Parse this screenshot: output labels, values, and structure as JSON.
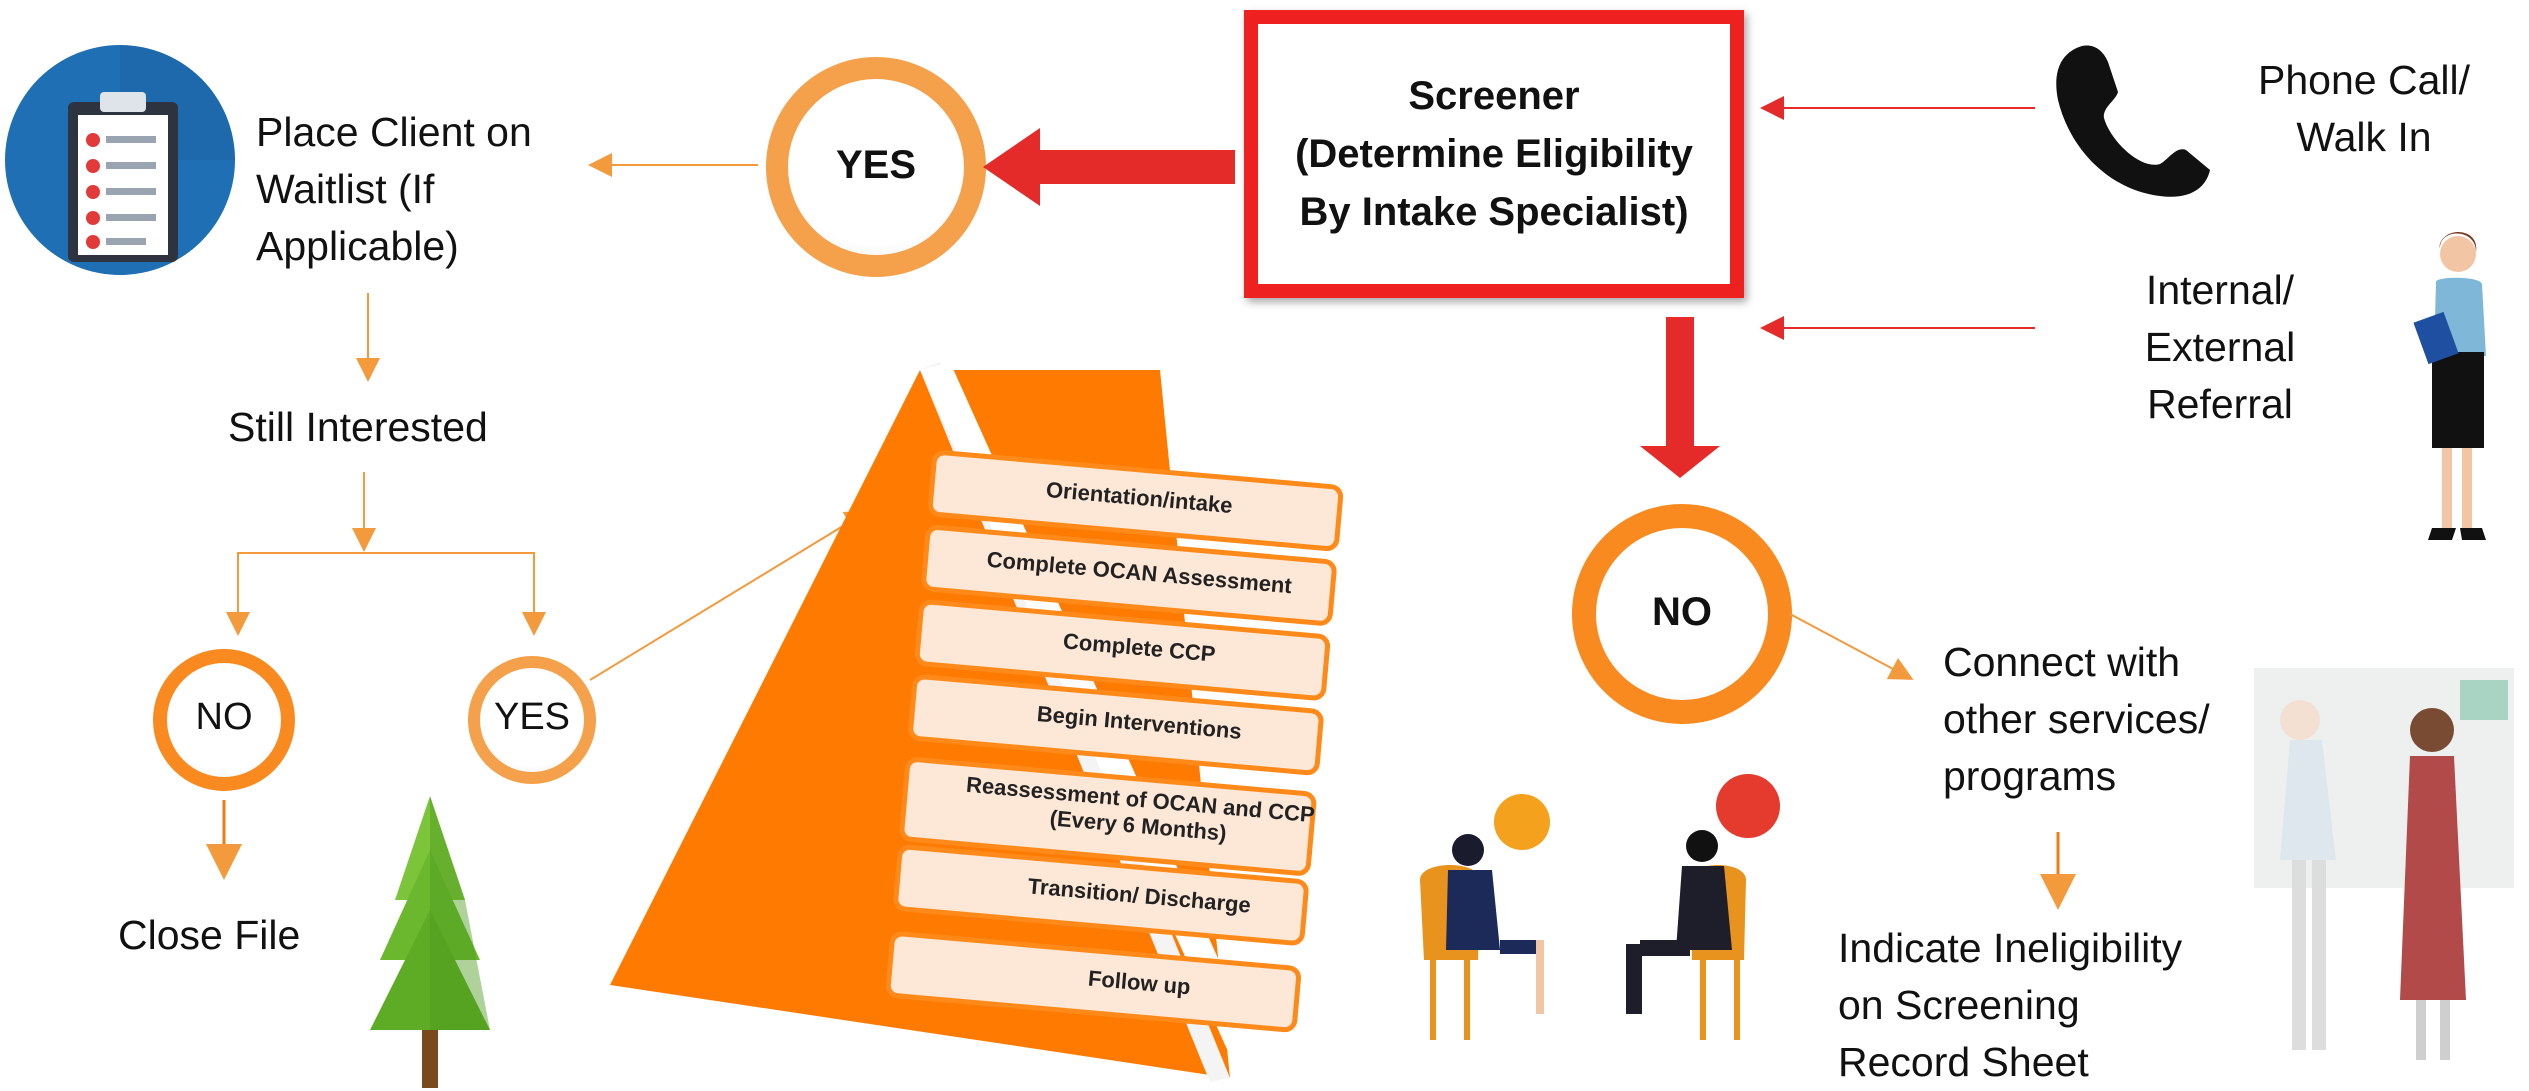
{
  "screener": {
    "line1": "Screener",
    "line2": "(Determine Eligibility",
    "line3": "By Intake Specialist)"
  },
  "intake_sources": {
    "phone": {
      "line1": "Phone Call/",
      "line2": "Walk In",
      "icon": "phone-icon"
    },
    "referral": {
      "line1": "Internal/",
      "line2": "External",
      "line3": "Referral",
      "icon": "businesswoman-icon"
    }
  },
  "yes_branch": {
    "circle_label": "YES",
    "waitlist": {
      "line1": "Place Client on",
      "line2": "Waitlist (If",
      "line3": "Applicable)",
      "icon": "clipboard-checklist-icon"
    },
    "still_interested": "Still Interested",
    "no_label": "NO",
    "yes_label": "YES",
    "close_file": "Close File"
  },
  "no_branch": {
    "circle_label": "NO",
    "connect": {
      "line1": "Connect with",
      "line2": "other services/",
      "line3": "programs"
    },
    "indicate": {
      "line1": "Indicate Ineligibility",
      "line2": "on Screening",
      "line3": "Record Sheet"
    }
  },
  "process_steps": [
    "Orientation/intake",
    "Complete OCAN Assessment",
    "Complete CCP",
    "Begin Interventions",
    "Reassessment of OCAN and CCP",
    "(Every 6 Months)",
    "Transition/ Discharge",
    "Follow up"
  ],
  "colors": {
    "red": "#ee2020",
    "orange": "#ff7a00",
    "orange_light": "#f7a04a",
    "circle_ring": "#f29a3a",
    "clipboard_bg": "#1f6fb4",
    "tree_green": "#6bbf2a"
  }
}
